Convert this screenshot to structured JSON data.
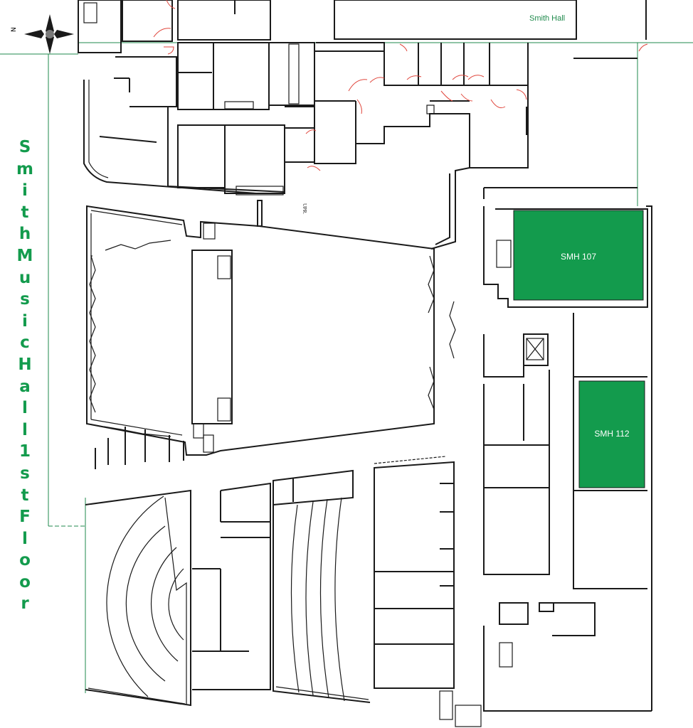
{
  "map": {
    "title": "Smith Music Hall 1st Floor",
    "adjacent_building": "Smith Hall",
    "compass_label": "N",
    "stair_label": "UPR."
  },
  "rooms": [
    {
      "id": "smh-107",
      "label": "SMH 107"
    },
    {
      "id": "smh-112",
      "label": "SMH 112"
    }
  ],
  "colors": {
    "highlight": "#139b4d",
    "title": "#139b4d",
    "boundary": "#1f8a4c",
    "door": "#e0463c",
    "wall": "#1a1a1a"
  }
}
